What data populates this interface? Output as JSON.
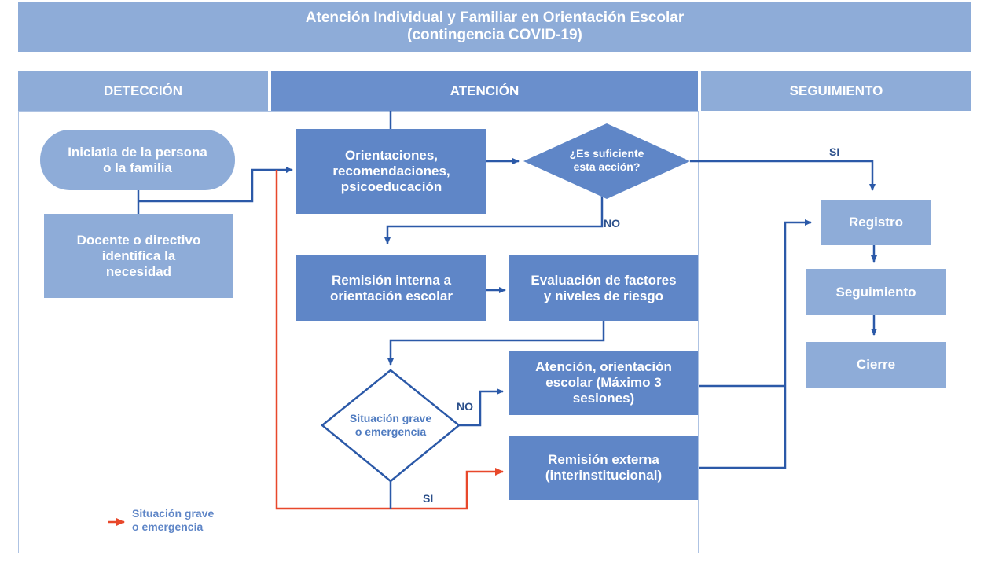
{
  "title": {
    "line1": "Atención Individual y Familiar en Orientación Escolar",
    "line2": "(contingencia COVID-19)"
  },
  "columns": {
    "deteccion": "DETECCIÓN",
    "atencion": "ATENCIÓN",
    "seguimiento": "SEGUIMIENTO"
  },
  "nodes": {
    "iniciativa": [
      "Iniciatia de la persona",
      "o la familia"
    ],
    "docente": [
      "Docente o directivo",
      "identifica la",
      "necesidad"
    ],
    "orientaciones": [
      "Orientaciones,",
      "recomendaciones,",
      "psicoeducación"
    ],
    "es_suficiente": [
      "¿Es suficiente",
      "esta acción?"
    ],
    "remision_interna": [
      "Remisión interna a",
      "orientación escolar"
    ],
    "evaluacion": [
      "Evaluación de factores",
      "y niveles de riesgo"
    ],
    "situacion_grave": [
      "Situación grave",
      "o emergencia"
    ],
    "atencion_orientacion": [
      "Atención, orientación",
      "escolar (Máximo 3",
      "sesiones)"
    ],
    "remision_externa": [
      "Remisión externa",
      "(interinstitucional)"
    ],
    "registro": "Registro",
    "seguimiento": "Seguimiento",
    "cierre": "Cierre"
  },
  "edge_labels": {
    "si_top": "SI",
    "no_top": "NO",
    "no_mid": "NO",
    "si_bottom": "SI"
  },
  "legend": [
    "Situación grave",
    "o emergencia"
  ],
  "colors": {
    "light_blue": "#8eacd8",
    "medium_blue": "#5f86c7",
    "line_blue": "#2b59a8",
    "emergency_red": "#e8482b"
  }
}
